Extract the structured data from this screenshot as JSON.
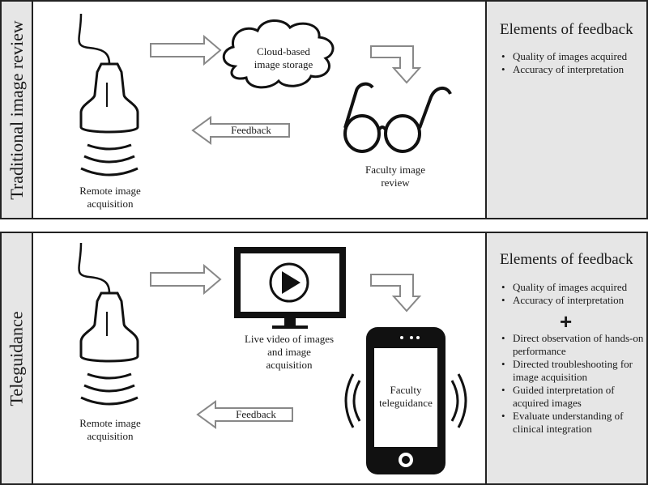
{
  "top": {
    "section_label": "Traditional image review",
    "probe_label": "Remote image acquisition",
    "cloud_label": "Cloud-based image storage",
    "glasses_label": "Faculty image review",
    "feedback_arrow_label": "Feedback",
    "feedback_title": "Elements of feedback",
    "feedback_items": [
      "Quality of images acquired",
      "Accuracy of interpretation"
    ]
  },
  "bottom": {
    "section_label": "Teleguidance",
    "probe_label": "Remote image acquisition",
    "monitor_label": "Live video of images and image acquisition",
    "phone_label": "Faculty teleguidance",
    "feedback_arrow_label": "Feedback",
    "feedback_title": "Elements of feedback",
    "feedback_items": [
      "Quality of images acquired",
      "Accuracy of interpretation"
    ],
    "plus": "+",
    "extra_items": [
      "Direct observation of hands-on performance",
      "Directed troubleshooting for image acquisition",
      "Guided interpretation of acquired images",
      "Evaluate understanding of clinical integration"
    ]
  },
  "icons": [
    "ultrasound-probe-icon",
    "cloud-icon",
    "eyeglasses-icon",
    "monitor-play-icon",
    "smartphone-icon",
    "arrow-icon"
  ]
}
